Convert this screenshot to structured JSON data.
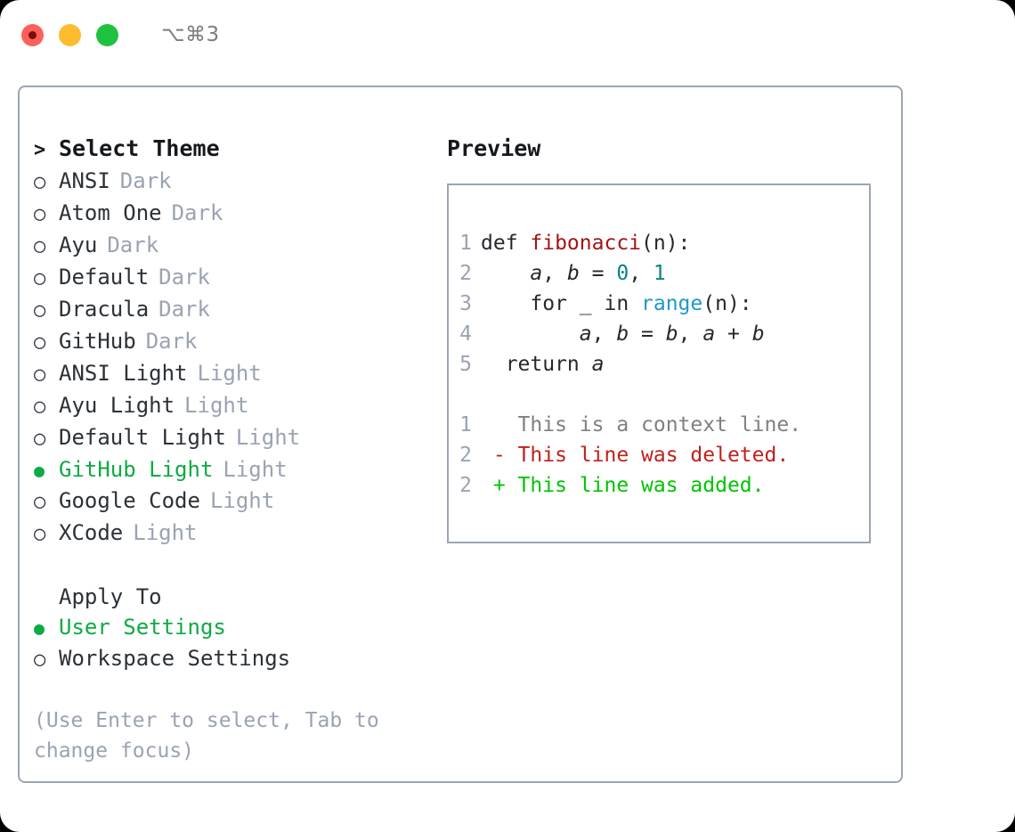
{
  "titlebar": {
    "shortcut": "⌥⌘3",
    "dots": [
      "close-red",
      "minimize-yellow",
      "maximize-green"
    ]
  },
  "colors": {
    "accent_green": "#0faa44",
    "muted": "#9aa3b2",
    "border": "#9aa5b4",
    "fn_red": "#a31515",
    "num_teal": "#0e8080",
    "builtin_blue": "#1b9ac8",
    "diff_del": "#c0201a",
    "diff_add": "#00c400"
  },
  "theme_panel": {
    "header_marker": ">",
    "header_label": "Select Theme",
    "marker_unselected": "○",
    "marker_selected": "●",
    "items": [
      {
        "name": "ANSI",
        "variant": "Dark",
        "selected": false
      },
      {
        "name": "Atom One",
        "variant": "Dark",
        "selected": false
      },
      {
        "name": "Ayu",
        "variant": "Dark",
        "selected": false
      },
      {
        "name": "Default",
        "variant": "Dark",
        "selected": false
      },
      {
        "name": "Dracula",
        "variant": "Dark",
        "selected": false
      },
      {
        "name": "GitHub",
        "variant": "Dark",
        "selected": false
      },
      {
        "name": "ANSI Light",
        "variant": "Light",
        "selected": false
      },
      {
        "name": "Ayu Light",
        "variant": "Light",
        "selected": false
      },
      {
        "name": "Default Light",
        "variant": "Light",
        "selected": false
      },
      {
        "name": "GitHub Light",
        "variant": "Light",
        "selected": true
      },
      {
        "name": "Google Code",
        "variant": "Light",
        "selected": false
      },
      {
        "name": "XCode",
        "variant": "Light",
        "selected": false
      }
    ]
  },
  "apply_to": {
    "header_label": "Apply To",
    "options": [
      {
        "label": "User Settings",
        "selected": true
      },
      {
        "label": "Workspace Settings",
        "selected": false
      }
    ]
  },
  "hint": "(Use Enter to select, Tab to change focus)",
  "preview": {
    "title": "Preview",
    "code_lines": [
      {
        "num": "1",
        "tokens": [
          {
            "t": "def ",
            "c": "plain"
          },
          {
            "t": "fibonacci",
            "c": "fn"
          },
          {
            "t": "(n):",
            "c": "plain"
          }
        ]
      },
      {
        "num": "2",
        "tokens": [
          {
            "t": "    ",
            "c": "plain"
          },
          {
            "t": "a",
            "c": "var"
          },
          {
            "t": ", ",
            "c": "plain"
          },
          {
            "t": "b",
            "c": "var"
          },
          {
            "t": " = ",
            "c": "plain"
          },
          {
            "t": "0",
            "c": "num"
          },
          {
            "t": ", ",
            "c": "plain"
          },
          {
            "t": "1",
            "c": "num"
          }
        ]
      },
      {
        "num": "3",
        "tokens": [
          {
            "t": "    for _ in ",
            "c": "plain"
          },
          {
            "t": "range",
            "c": "kwfn"
          },
          {
            "t": "(n):",
            "c": "plain"
          }
        ]
      },
      {
        "num": "4",
        "tokens": [
          {
            "t": "        ",
            "c": "plain"
          },
          {
            "t": "a",
            "c": "var"
          },
          {
            "t": ", ",
            "c": "plain"
          },
          {
            "t": "b",
            "c": "var"
          },
          {
            "t": " = ",
            "c": "plain"
          },
          {
            "t": "b",
            "c": "var"
          },
          {
            "t": ", ",
            "c": "plain"
          },
          {
            "t": "a",
            "c": "var"
          },
          {
            "t": " + ",
            "c": "plain"
          },
          {
            "t": "b",
            "c": "var"
          }
        ]
      },
      {
        "num": "5",
        "tokens": [
          {
            "t": "  return ",
            "c": "plain"
          },
          {
            "t": "a",
            "c": "var"
          }
        ]
      },
      {
        "num": "",
        "tokens": []
      },
      {
        "num": "1",
        "tokens": [
          {
            "t": "   This is ",
            "c": "ctx"
          },
          {
            "t": "a",
            "c": "ctx"
          },
          {
            "t": " context line.",
            "c": "ctx"
          }
        ]
      },
      {
        "num": "2",
        "tokens": [
          {
            "t": " - This line was deleted.",
            "c": "del"
          }
        ]
      },
      {
        "num": "2",
        "tokens": [
          {
            "t": " + This line was added.",
            "c": "add"
          }
        ]
      }
    ]
  }
}
